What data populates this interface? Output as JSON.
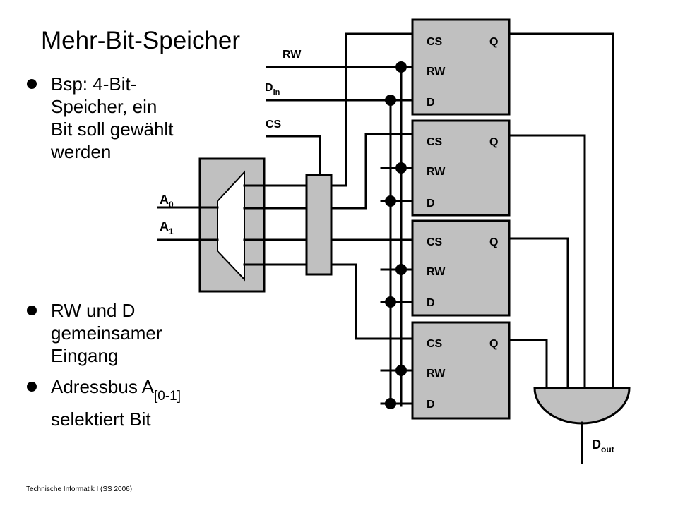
{
  "slide": {
    "title": "Mehr-Bit-Speicher",
    "footer": "Technische Informatik I (SS 2006)"
  },
  "bullets": [
    {
      "lines": [
        "Bsp: 4-Bit-",
        "Speicher, ein",
        "Bit soll gewählt",
        "werden"
      ]
    },
    {
      "lines": [
        "RW und D",
        "gemeinsamer",
        "Eingang"
      ]
    },
    {
      "line1_prefix": "Adressbus A",
      "line1_sub": "[0-1]",
      "line2": "selektiert Bit"
    }
  ],
  "diagram": {
    "labels": {
      "rw": "RW",
      "din_main": "D",
      "din_sub": "in",
      "cs": "CS",
      "a0_main": "A",
      "a0_sub": "0",
      "a1_main": "A",
      "a1_sub": "1",
      "dout_main": "D",
      "dout_sub": "out"
    },
    "cells": [
      {
        "cs": "CS",
        "q": "Q",
        "rw": "RW",
        "d": "D"
      },
      {
        "cs": "CS",
        "q": "Q",
        "rw": "RW",
        "d": "D"
      },
      {
        "cs": "CS",
        "q": "Q",
        "rw": "RW",
        "d": "D"
      },
      {
        "cs": "CS",
        "q": "Q",
        "rw": "RW",
        "d": "D"
      }
    ]
  },
  "colors": {
    "block_fill": "#c0c0c0",
    "line": "#000000",
    "background": "#ffffff"
  }
}
